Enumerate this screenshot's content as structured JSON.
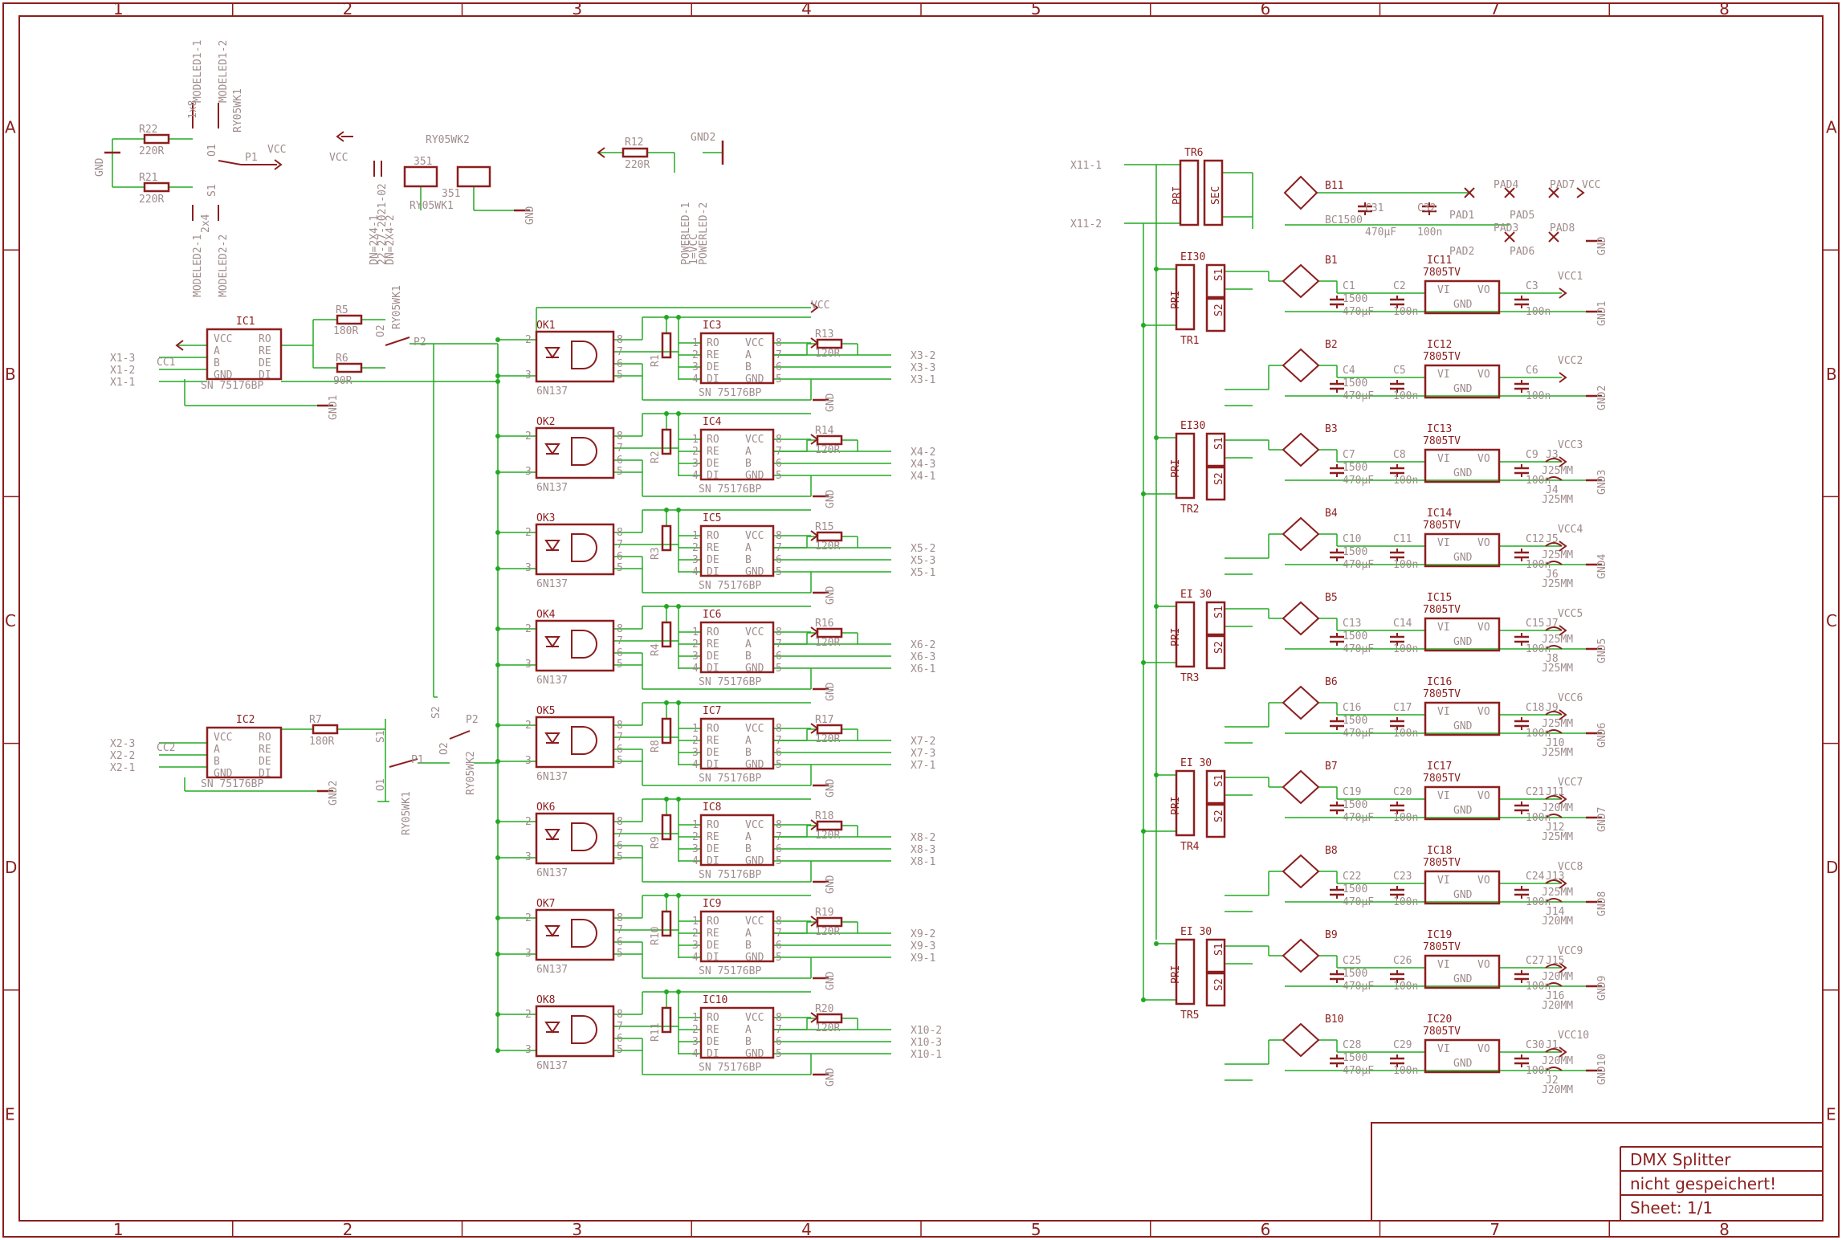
{
  "title_block": {
    "title": "DMX Splitter",
    "status": "nicht gespeichert!",
    "sheet": "Sheet: 1/1"
  },
  "frame": {
    "columns": [
      "1",
      "2",
      "3",
      "4",
      "5",
      "6",
      "7",
      "8"
    ],
    "rows": [
      "A",
      "B",
      "C",
      "D",
      "E"
    ]
  },
  "colors": {
    "frame": "#8c1e1e",
    "part": "#8c1e1e",
    "wire": "#22aa22",
    "label": "#a08c8c"
  },
  "top_parts": {
    "r22": "R22",
    "r22_val": "220R",
    "r21": "R21",
    "r21_val": "220R",
    "gnd": "GND",
    "modeled1_1": "MODELED1-1",
    "modeled1_2": "MODELED1-2",
    "modeled2_1": "MODELED2-1",
    "modeled2_2": "MODELED2-2",
    "hdr1": "1x8",
    "hdr2": "2x4",
    "ry_top": "RY05WK1",
    "p1": "P1",
    "o1": "O1",
    "s1": "S1",
    "vcc": "VCC",
    "ry05wk2": "RY05WK2",
    "ry05wk1": "RY05WK1",
    "coil": "351",
    "dn_a": "DN=2X4-1",
    "dn_b": "22-27-2021-02",
    "dn_c": "DN=2X4-2",
    "r12": "R12",
    "r12_val": "220R",
    "gnd2": "GND2",
    "powerled1": "POWERLED-1",
    "powerled2": "POWERLED-2",
    "pvcc": "1=VCC"
  },
  "inputs": {
    "ic1": "IC1",
    "ic2": "IC2",
    "ic_val": "SN 75176BP",
    "x1": [
      "X1-3",
      "X1-2",
      "X1-1"
    ],
    "x2": [
      "X2-3",
      "X2-2",
      "X2-1"
    ],
    "cc1": "CC1",
    "cc2": "CC2",
    "r5": "R5",
    "r5_val": "180R",
    "r6": "R6",
    "r6_val": "90R",
    "r7": "R7",
    "r7_val": "180R",
    "gnd1": "GND1",
    "gnd2": "GND2",
    "ry1": "RY05WK1",
    "ry2": "RY05WK2",
    "p2": "P2",
    "o2": "O2",
    "s2": "S2",
    "p1": "P1",
    "o1": "O1",
    "s1": "S1",
    "pins": [
      "VCC",
      "A",
      "B",
      "GND",
      "RO",
      "RE",
      "DE",
      "DI"
    ]
  },
  "channels": [
    {
      "ok": "OK1",
      "r": "R1",
      "ic": "IC3",
      "rt": "R13",
      "x": [
        "X3-2",
        "X3-3",
        "X3-1"
      ]
    },
    {
      "ok": "OK2",
      "r": "R2",
      "ic": "IC4",
      "rt": "R14",
      "x": [
        "X4-2",
        "X4-3",
        "X4-1"
      ]
    },
    {
      "ok": "OK3",
      "r": "R3",
      "ic": "IC5",
      "rt": "R15",
      "x": [
        "X5-2",
        "X5-3",
        "X5-1"
      ]
    },
    {
      "ok": "OK4",
      "r": "R4",
      "ic": "IC6",
      "rt": "R16",
      "x": [
        "X6-2",
        "X6-3",
        "X6-1"
      ]
    },
    {
      "ok": "OK5",
      "r": "R8",
      "ic": "IC7",
      "rt": "R17",
      "x": [
        "X7-2",
        "X7-3",
        "X7-1"
      ]
    },
    {
      "ok": "OK6",
      "r": "R9",
      "ic": "IC8",
      "rt": "R18",
      "x": [
        "X8-2",
        "X8-3",
        "X8-1"
      ]
    },
    {
      "ok": "OK7",
      "r": "R10",
      "ic": "IC9",
      "rt": "R19",
      "x": [
        "X9-2",
        "X9-3",
        "X9-1"
      ]
    },
    {
      "ok": "OK8",
      "r": "R11",
      "ic": "IC10",
      "rt": "R20",
      "x": [
        "X10-2",
        "X10-3",
        "X10-1"
      ]
    }
  ],
  "channel_common": {
    "opto": "6N137",
    "ic_val": "SN 75176BP",
    "rt_val": "120R",
    "gnd": "GND",
    "vcc": "VCC",
    "pins": [
      "RO",
      "RE",
      "DE",
      "DI",
      "VCC",
      "A",
      "B",
      "GND"
    ]
  },
  "power": {
    "x11": [
      "X11-1",
      "X11-2"
    ],
    "tr6": "TR6",
    "pri": "PRI",
    "sec": "SEC",
    "b11": "B11",
    "bc": "BC1500",
    "c31": "C31",
    "c31_val": "470µF",
    "c32": "C32",
    "c32_val": "100n",
    "pads": [
      "PAD1",
      "PAD2",
      "PAD3",
      "PAD4",
      "PAD5",
      "PAD6",
      "PAD7",
      "PAD8"
    ],
    "vcc": "VCC",
    "gnd": "GND",
    "el130": "EI30",
    "el130b": "EI 30",
    "s1": "S1",
    "s2": "S2",
    "trafos": [
      "TR1",
      "TR2",
      "TR3",
      "TR4",
      "TR5"
    ],
    "reg_val": "7805TV",
    "vi": "VI",
    "vo": "VO",
    "rgnd": "GND",
    "c_elko": "470µF",
    "c_elko_b": "1500",
    "c100": "100n"
  },
  "supplies": [
    {
      "b": "B1",
      "c1": "C1",
      "c2": "C2",
      "c3": "C3",
      "ic": "IC11",
      "vcc": "VCC1",
      "gnd": "GND1",
      "j": []
    },
    {
      "b": "B2",
      "c1": "C4",
      "c2": "C5",
      "c3": "C6",
      "ic": "IC12",
      "vcc": "VCC2",
      "gnd": "GND2",
      "j": []
    },
    {
      "b": "B3",
      "c1": "C7",
      "c2": "C8",
      "c3": "C9",
      "ic": "IC13",
      "vcc": "VCC3",
      "gnd": "GND3",
      "j": [
        "J3",
        "J4"
      ],
      "jv": [
        "J25MM",
        "J25MM"
      ]
    },
    {
      "b": "B4",
      "c1": "C10",
      "c2": "C11",
      "c3": "C12",
      "ic": "IC14",
      "vcc": "VCC4",
      "gnd": "GND4",
      "j": [
        "J5",
        "J6"
      ],
      "jv": [
        "J25MM",
        "J25MM"
      ]
    },
    {
      "b": "B5",
      "c1": "C13",
      "c2": "C14",
      "c3": "C15",
      "ic": "IC15",
      "vcc": "VCC5",
      "gnd": "GND5",
      "j": [
        "J7",
        "J8"
      ],
      "jv": [
        "J25MM",
        "J25MM"
      ]
    },
    {
      "b": "B6",
      "c1": "C16",
      "c2": "C17",
      "c3": "C18",
      "ic": "IC16",
      "vcc": "VCC6",
      "gnd": "GND6",
      "j": [
        "J9",
        "J10"
      ],
      "jv": [
        "J25MM",
        "J25MM"
      ]
    },
    {
      "b": "B7",
      "c1": "C19",
      "c2": "C20",
      "c3": "C21",
      "ic": "IC17",
      "vcc": "VCC7",
      "gnd": "GND7",
      "j": [
        "J11",
        "J12"
      ],
      "jv": [
        "J20MM",
        "J25MM"
      ]
    },
    {
      "b": "B8",
      "c1": "C22",
      "c2": "C23",
      "c3": "C24",
      "ic": "IC18",
      "vcc": "VCC8",
      "gnd": "GND8",
      "j": [
        "J13",
        "J14"
      ],
      "jv": [
        "J25MM",
        "J20MM"
      ]
    },
    {
      "b": "B9",
      "c1": "C25",
      "c2": "C26",
      "c3": "C27",
      "ic": "IC19",
      "vcc": "VCC9",
      "gnd": "GND9",
      "j": [
        "J15",
        "J16"
      ],
      "jv": [
        "J20MM",
        "J20MM"
      ]
    },
    {
      "b": "B10",
      "c1": "C28",
      "c2": "C29",
      "c3": "C30",
      "ic": "IC20",
      "vcc": "VCC10",
      "gnd": "GND10",
      "j": [
        "J1",
        "J2"
      ],
      "jv": [
        "J20MM",
        "J20MM"
      ]
    }
  ]
}
